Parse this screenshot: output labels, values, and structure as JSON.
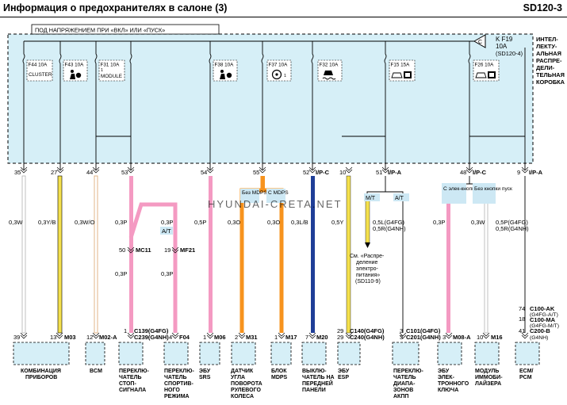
{
  "title": "Информация о предохранителях в салоне (3)",
  "code": "SD120-3",
  "hot_label": "ПОД НАПРЯЖЕНИЕМ ПРИ «ВКЛ» ИЛИ «ПУСК»",
  "box_label": [
    "ИНТЕЛ-",
    "ЛЕКТУ-",
    "АЛЬНАЯ",
    "РАСПРЕ-",
    "ДЕЛИ-",
    "ТЕЛЬНАЯ",
    "КОРОБКА"
  ],
  "watermark": "HYUNDAI-CRETA.NET",
  "colors": {
    "box_fill": "#d6eff7",
    "pink": "#f49ac2",
    "orange": "#f7931e",
    "yellow": "#f4e04d",
    "blue": "#1f3e97",
    "tan": "#d9a36c",
    "grey": "#9a9a9a",
    "label_bg": "#cde8f4"
  },
  "fuses": [
    {
      "name": "F44 10A",
      "desc": "CLUSTER",
      "icon": ""
    },
    {
      "name": "F43 10A",
      "desc": "",
      "icon": "airbag-person-icon"
    },
    {
      "name": "F31 10A",
      "desc": "MODULE",
      "sub": "1",
      "icon": ""
    },
    {
      "name": "F38 10A",
      "desc": "",
      "icon": "airbag-icon"
    },
    {
      "name": "F37 10A",
      "desc": "",
      "sub": "1",
      "icon": "steering-icon"
    },
    {
      "name": "F32 10A",
      "desc": "",
      "icon": "skid-car-icon"
    },
    {
      "name": "F15 15A",
      "desc": "",
      "icon": "car-key-icon"
    },
    {
      "name": "F26 10A",
      "desc": "",
      "icon": "car-key-icon"
    }
  ],
  "kf19": {
    "name": "K F19",
    "amp": "10A",
    "ref": "(SD120-4)",
    "letter": "C"
  },
  "pins_top": [
    "35",
    "27",
    "44",
    "53",
    "54",
    "55",
    "52",
    "10",
    "51",
    "48",
    "9"
  ],
  "ip_labels": [
    "I/P-C",
    "I/P-A",
    "I/P-C",
    "I/P-A"
  ],
  "wires": {
    "w1": "0,3W",
    "w2": "0,3Y/B",
    "w3": "0,3W/O",
    "w4": "0,3P",
    "w5": "0,3P",
    "w5b": "A/T",
    "w6": "0,5P",
    "w7": "0,3O",
    "w8": "0,3O",
    "w9": "0,3L/B",
    "w10": "0,5Y",
    "w11a": "0,5L(G4FG)",
    "w11b": "0,5R(G4NH)",
    "w12": "0,3P",
    "w13": "0,3W",
    "w14a": "0,5P(G4FG)",
    "w14b": "0,5R(G4NH)",
    "w4b": "0,3P",
    "w5c": "0,3P"
  },
  "mdps_labels": [
    "Без MDPS",
    "С MDPS"
  ],
  "mt_at": [
    "M/T",
    "A/T"
  ],
  "key_labels": [
    "С элек-кнопки пуск",
    "Без кнопки пуск"
  ],
  "mc11": {
    "pin": "50",
    "name": "MC11"
  },
  "mf21": {
    "pin": "19",
    "name": "MF21"
  },
  "ref_note": [
    "См. «Распре-",
    "деление",
    "электро-",
    "питания»",
    "(SD110-9)"
  ],
  "bottom_connectors": [
    {
      "pins": [
        "39",
        "13"
      ],
      "name": "M03",
      "label": [
        "КОМБИНАЦИЯ",
        "ПРИБОРОВ"
      ]
    },
    {
      "pins": [
        "12"
      ],
      "name": "M02-A",
      "label": [
        "BCM"
      ]
    },
    {
      "pins": [
        "1"
      ],
      "name": "C139(G4FG)",
      "name2": "C239(G4NH)",
      "label": [
        "ПЕРЕКЛЮ-",
        "ЧАТЕЛЬ",
        "СТОП-",
        "СИГНАЛА"
      ]
    },
    {
      "pins": [
        "4"
      ],
      "name": "F04",
      "label": [
        "ПЕРЕКЛЮ-",
        "ЧАТЕЛЬ",
        "СПОРТИВ-",
        "НОГО",
        "РЕЖИМА"
      ]
    },
    {
      "pins": [
        "1"
      ],
      "name": "M06",
      "label": [
        "ЭБУ",
        "SRS"
      ]
    },
    {
      "pins": [
        "2"
      ],
      "name": "M31",
      "label": [
        "ДАТЧИК",
        "УГЛА",
        "ПОВОРОТА",
        "РУЛЕВОГО",
        "КОЛЕСА"
      ]
    },
    {
      "pins": [
        "1"
      ],
      "name": "M17",
      "label": [
        "БЛОК",
        "MDPS"
      ]
    },
    {
      "pins": [
        "7"
      ],
      "name": "M20",
      "label": [
        "ВЫКЛЮ-",
        "ЧАТЕЛЬ НА",
        "ПЕРЕДНЕЙ",
        "ПАНЕЛИ"
      ]
    },
    {
      "pins": [
        "29",
        "29"
      ],
      "name": "C140(G4FG)",
      "name2": "C240(G4NH)",
      "label": [
        "ЭБУ",
        "ESP"
      ]
    },
    {
      "pins": [
        "3",
        "3"
      ],
      "name": "C101(G4FG)",
      "name2": "C201(G4NH)",
      "label": [
        "ПЕРЕКЛЮ-",
        "ЧАТЕЛЬ",
        "ДИАПА-",
        "ЗОНОВ",
        "АКПП"
      ]
    },
    {
      "pins": [
        "3"
      ],
      "name": "M08-A",
      "label": [
        "ЭБУ",
        "ЭЛЕК-",
        "ТРОННОГО",
        "КЛЮЧА"
      ]
    },
    {
      "pins": [
        "10"
      ],
      "name": "M16",
      "label": [
        "МОДУЛЬ",
        "ИММОБИ-",
        "ЛАЙЗЕРА"
      ]
    },
    {
      "pins": [
        "74",
        "18",
        "41"
      ],
      "name": "C100-AK",
      "sub1": "(G4FG-A/T)",
      "name2": "C100-MA",
      "sub2": "(G4FG-M/T)",
      "name3": "C200-B",
      "sub3": "(G4NH)",
      "label": [
        "ECM/",
        "PCM"
      ]
    }
  ]
}
